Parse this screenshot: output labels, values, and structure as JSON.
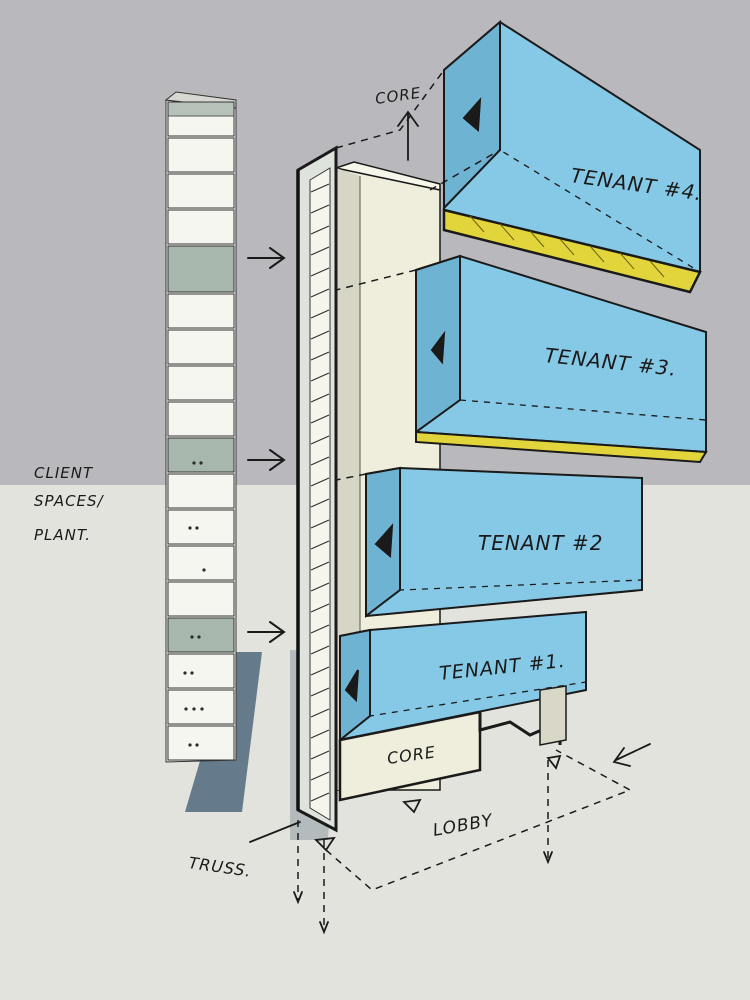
{
  "labels": {
    "core_top": "CORE",
    "tenant_4": "TENANT #4.",
    "tenant_3": "TENANT #3.",
    "tenant_2": "TENANT #2",
    "tenant_1": "TENANT #1.",
    "core_bottom": "CORE",
    "lobby": "LOBBY",
    "truss": "TRUSS.",
    "client_line1": "CLIENT",
    "client_line2": "SPACES/",
    "client_line3": "PLANT."
  },
  "colors": {
    "wall": "#b9b9bd",
    "floor": "#e3e3de",
    "tenant_blue": "#86c9e6",
    "tenant_blue_dark": "#6fb3d3",
    "yellow_soffit": "#e2d53c",
    "core_cream": "#efeedd",
    "ink": "#1a1a1a"
  }
}
